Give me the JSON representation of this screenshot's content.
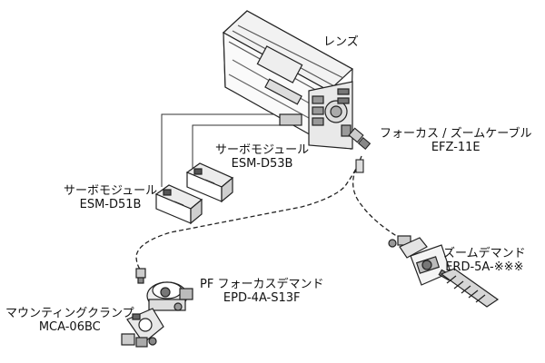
{
  "labels": {
    "lens": {
      "name": "レンズ"
    },
    "servo_d53": {
      "name": "サーボモジュール",
      "model": "ESM-D53B"
    },
    "servo_d51": {
      "name": "サーボモジュール",
      "model": "ESM-D51B"
    },
    "focus_zoom_cable": {
      "name": "フォーカス / ズームケーブル",
      "model": "EFZ-11E"
    },
    "pf_focus_demand": {
      "name": "PF フォーカスデマンド",
      "model": "EPD-4A-S13F"
    },
    "zoom_demand": {
      "name": "ズームデマンド",
      "model": "ERD-5A-※※※"
    },
    "mounting_clamp": {
      "name": "マウンティングクランプ",
      "model": "MCA-06BC"
    }
  }
}
